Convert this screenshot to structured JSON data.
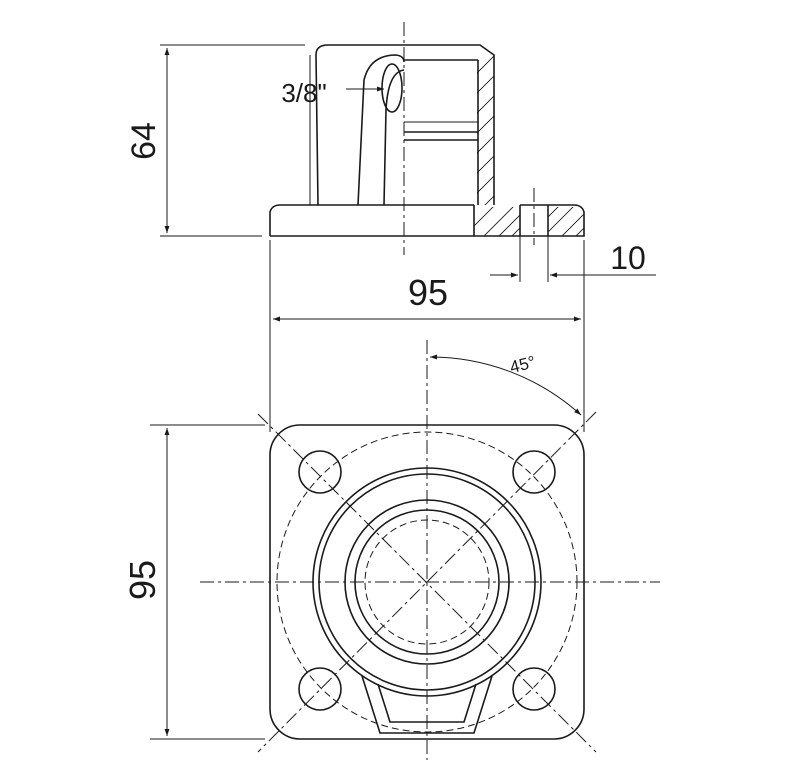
{
  "dimensions": {
    "height": "64",
    "width_top": "95",
    "hole": "10",
    "height_bottom": "95",
    "thread": "3/8\"",
    "angle": "45°"
  }
}
